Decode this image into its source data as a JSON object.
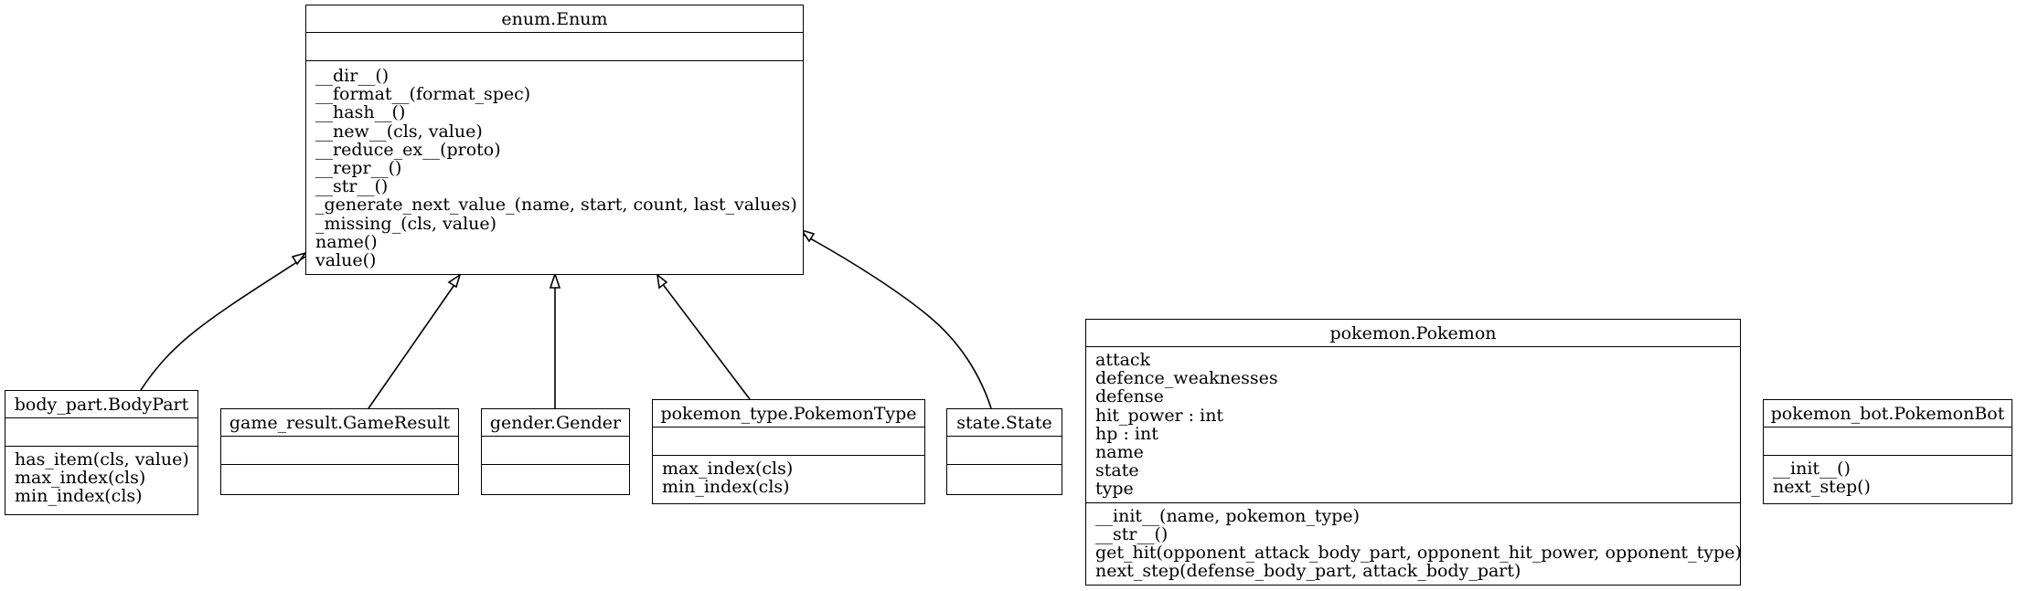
{
  "classes": {
    "enum": {
      "name": "enum.Enum",
      "attributes": [],
      "methods": [
        "__dir__()",
        "__format__(format_spec)",
        "__hash__()",
        "__new__(cls, value)",
        "__reduce_ex__(proto)",
        "__repr__()",
        "__str__()",
        "_generate_next_value_(name, start, count, last_values)",
        "_missing_(cls, value)",
        "name()",
        "value()"
      ]
    },
    "body_part": {
      "name": "body_part.BodyPart",
      "attributes": [],
      "methods": [
        "has_item(cls, value)",
        "max_index(cls)",
        "min_index(cls)"
      ]
    },
    "game_result": {
      "name": "game_result.GameResult",
      "attributes": [],
      "methods": []
    },
    "gender": {
      "name": "gender.Gender",
      "attributes": [],
      "methods": []
    },
    "pokemon_type": {
      "name": "pokemon_type.PokemonType",
      "attributes": [],
      "methods": [
        "max_index(cls)",
        "min_index(cls)"
      ]
    },
    "state": {
      "name": "state.State",
      "attributes": [],
      "methods": []
    },
    "pokemon": {
      "name": "pokemon.Pokemon",
      "attributes": [
        "attack",
        "defence_weaknesses",
        "defense",
        "hit_power : int",
        "hp : int",
        "name",
        "state",
        "type"
      ],
      "methods": [
        "__init__(name, pokemon_type)",
        "__str__()",
        "get_hit(opponent_attack_body_part, opponent_hit_power, opponent_type)",
        "next_step(defense_body_part, attack_body_part)"
      ]
    },
    "pokemon_bot": {
      "name": "pokemon_bot.PokemonBot",
      "attributes": [],
      "methods": [
        "__init__()",
        "next_step()"
      ]
    }
  },
  "inheritance": [
    {
      "from": "body_part.BodyPart",
      "to": "enum.Enum"
    },
    {
      "from": "game_result.GameResult",
      "to": "enum.Enum"
    },
    {
      "from": "gender.Gender",
      "to": "enum.Enum"
    },
    {
      "from": "pokemon_type.PokemonType",
      "to": "enum.Enum"
    },
    {
      "from": "state.State",
      "to": "enum.Enum"
    }
  ]
}
